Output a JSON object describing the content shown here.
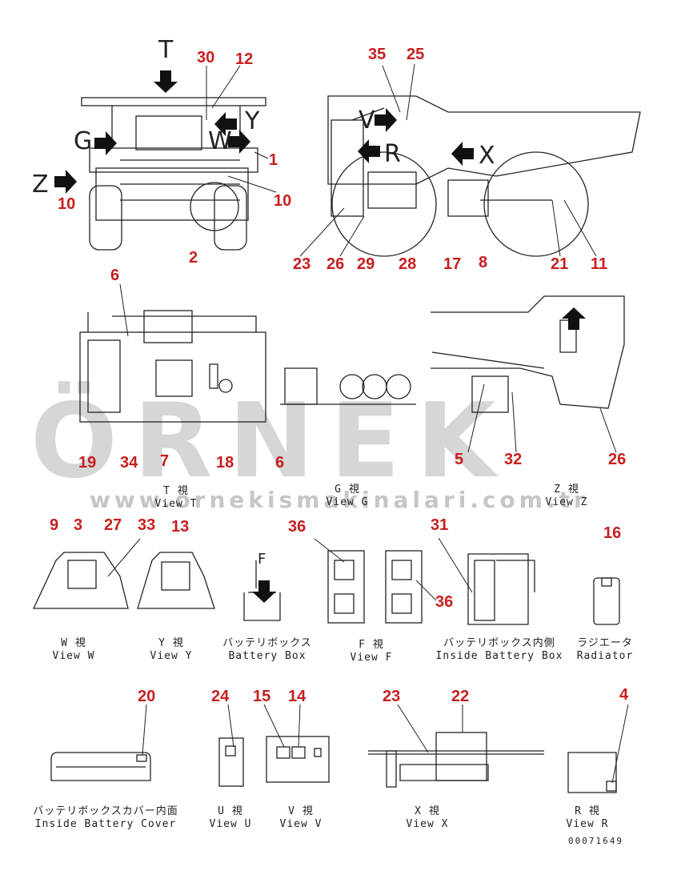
{
  "watermark": {
    "brand": "ÖRNEK",
    "url": "www.ornekismakinalari.com.tr"
  },
  "document_number": "00071649",
  "view_letters": [
    "T",
    "G",
    "Z",
    "W",
    "Y",
    "V",
    "R",
    "X",
    "F"
  ],
  "callouts": [
    "30",
    "12",
    "1",
    "10",
    "10",
    "2",
    "35",
    "25",
    "23",
    "26",
    "29",
    "28",
    "17",
    "8",
    "21",
    "11",
    "6",
    "19",
    "34",
    "7",
    "18",
    "6",
    "5",
    "32",
    "26",
    "9",
    "3",
    "27",
    "33",
    "13",
    "36",
    "36",
    "31",
    "16",
    "20",
    "24",
    "15",
    "14",
    "23",
    "22",
    "4"
  ],
  "captions": [
    {
      "jp": "T 視",
      "en": "View T"
    },
    {
      "jp": "G 視",
      "en": "View G"
    },
    {
      "jp": "Z 視",
      "en": "View Z"
    },
    {
      "jp": "W 視",
      "en": "View W"
    },
    {
      "jp": "Y 視",
      "en": "View Y"
    },
    {
      "jp": "バッテリボックス",
      "en": "Battery Box"
    },
    {
      "jp": "F 視",
      "en": "View F"
    },
    {
      "jp": "バッテリボックス内側",
      "en": "Inside Battery Box"
    },
    {
      "jp": "ラジエータ",
      "en": "Radiator"
    },
    {
      "jp": "バッテリボックスカバー内面",
      "en": "Inside Battery Cover"
    },
    {
      "jp": "U 視",
      "en": "View U"
    },
    {
      "jp": "V 視",
      "en": "View V"
    },
    {
      "jp": "X 視",
      "en": "View X"
    },
    {
      "jp": "R 視",
      "en": "View R"
    }
  ]
}
